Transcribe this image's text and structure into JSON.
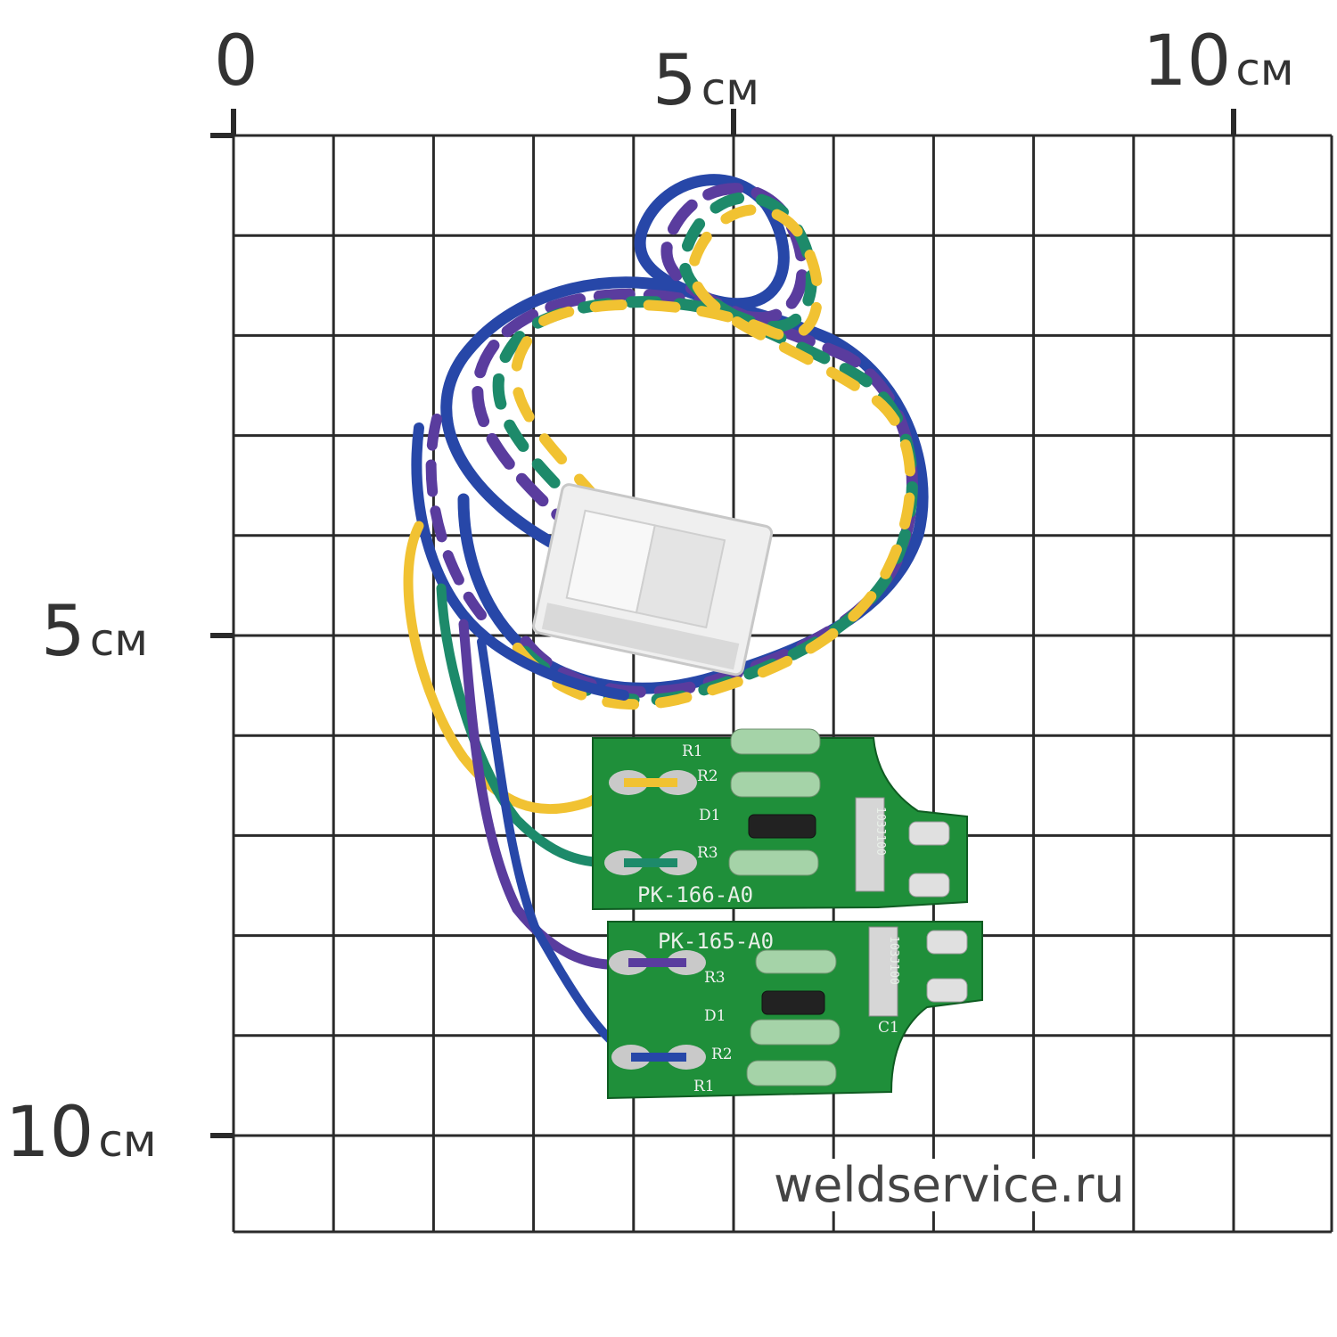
{
  "ruler": {
    "top_origin": "0",
    "top_mid_number": "5",
    "top_mid_unit": "см",
    "top_end_number": "10",
    "top_end_unit": "см",
    "left_mid_number": "5",
    "left_mid_unit": "см",
    "left_end_number": "10",
    "left_end_unit": "см"
  },
  "board_top": {
    "label": "PK-166-A0",
    "refs": [
      "R1",
      "R2",
      "D1",
      "R3"
    ],
    "capacitor_code": "103J100"
  },
  "board_bottom": {
    "label": "PK-165-A0",
    "refs": [
      "R3",
      "D1",
      "R2",
      "R1",
      "C1"
    ],
    "capacitor_code": "103J100"
  },
  "watermark": "weldservice.ru",
  "colors": {
    "grid": "#2a2a2a",
    "pcb_green": "#1f8f3a",
    "wire_blue": "#2747a8",
    "wire_purple": "#5a3c9e",
    "wire_green": "#1d8a6a",
    "wire_yellow": "#f1c232",
    "connector": "#efefef"
  }
}
